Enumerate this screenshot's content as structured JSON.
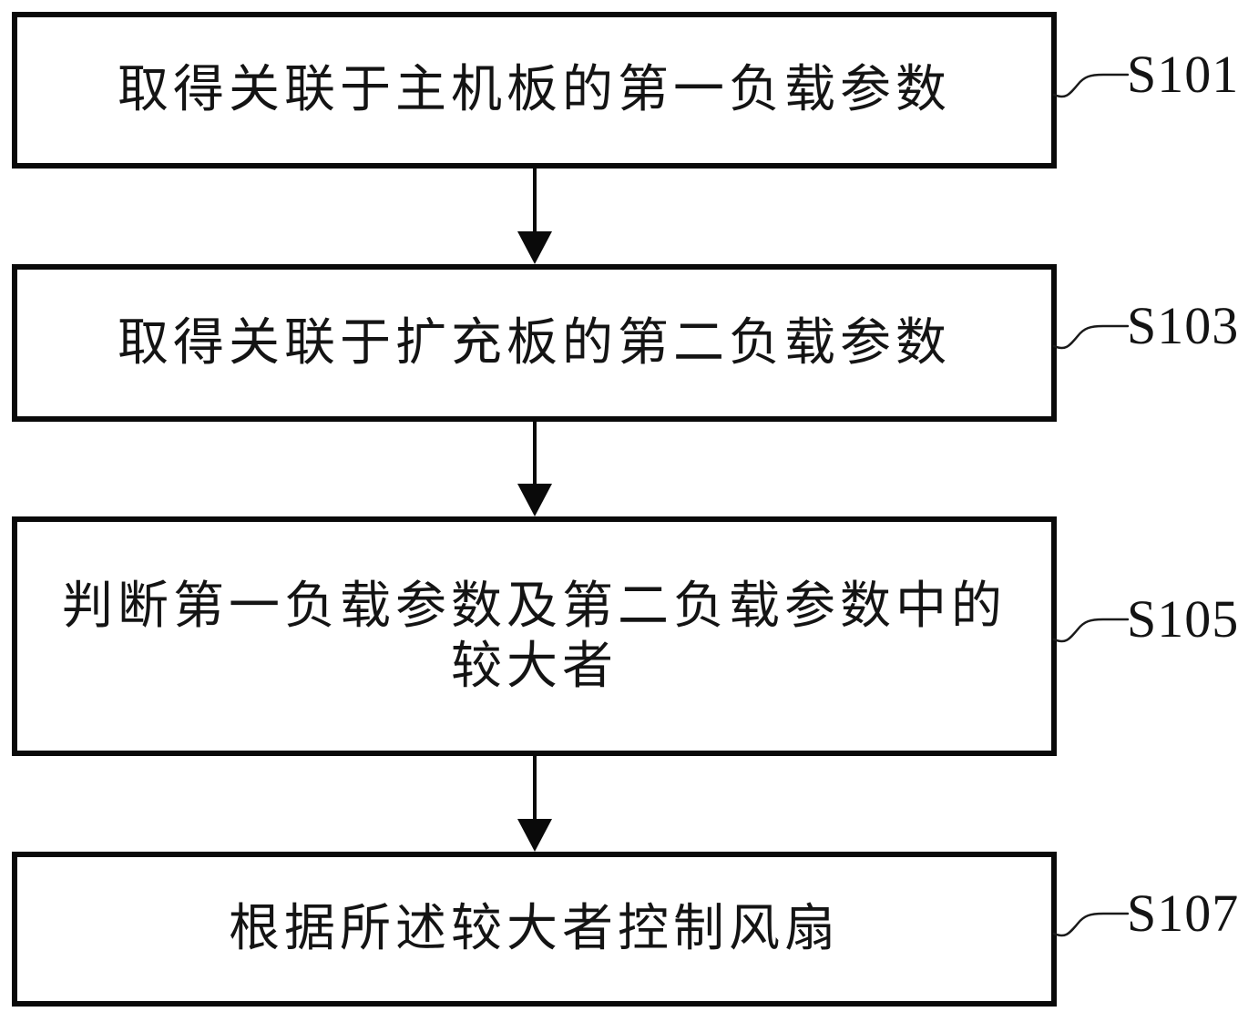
{
  "diagram": {
    "type": "flowchart",
    "background_color": "#ffffff",
    "line_color": "#0a0a0a",
    "steps": [
      {
        "text": "取得关联于主机板的第一负载参数",
        "label": "S101"
      },
      {
        "text": "取得关联于扩充板的第二负载参数",
        "label": "S103"
      },
      {
        "text": "判断第一负载参数及第二负载参数中的较大者",
        "label": "S105"
      },
      {
        "text": "根据所述较大者控制风扇",
        "label": "S107"
      }
    ],
    "connections": [
      "S101 -> S103",
      "S103 -> S105",
      "S105 -> S107"
    ]
  }
}
